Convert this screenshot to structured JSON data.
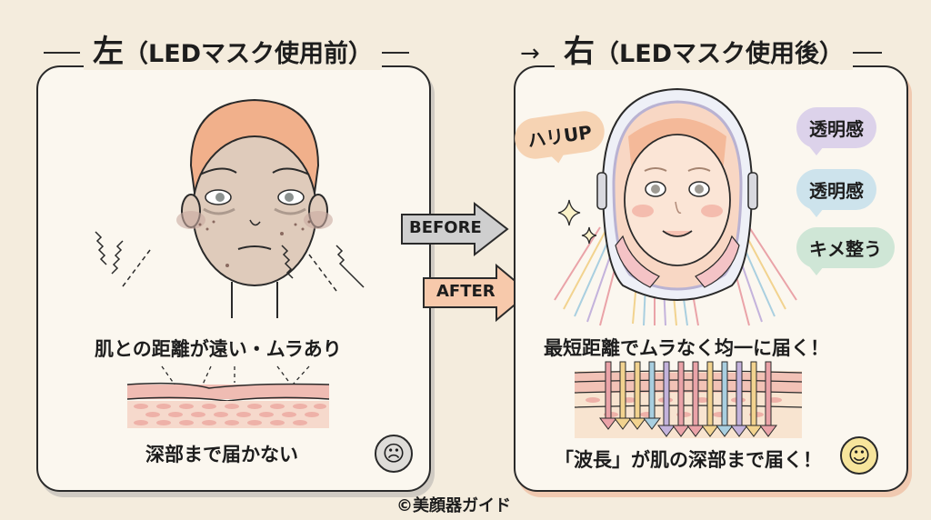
{
  "left_panel": {
    "title_main": "左",
    "title_sub": "（LEDマスク使用前）",
    "caption_top": "肌との距離が遠い・ムラあり",
    "caption_bottom": "深部まで届かない",
    "mood_icon": "sad-face-icon",
    "title_highlight_color": "#b8b4ae"
  },
  "right_panel": {
    "title_arrow": "→",
    "title_main": "右",
    "title_sub": "（LEDマスク使用後）",
    "bubbles": [
      {
        "label": "ハリUP",
        "color": "#f6d3b3"
      },
      {
        "label": "透明感",
        "color": "#dcd2ea"
      },
      {
        "label": "透明感",
        "color": "#cde3ec"
      },
      {
        "label": "キメ整う",
        "color": "#cfe6d6"
      }
    ],
    "caption_top": "最短距離でムラなく均一に届く！",
    "caption_bottom": "「波長」が肌の深部まで届く！",
    "mood_icon": "smile-face-icon",
    "title_highlight_color": "#f3c9aa"
  },
  "center_arrows": [
    {
      "label": "BEFORE",
      "color": "#cfcfcf"
    },
    {
      "label": "AFTER",
      "color": "#f7c9ab"
    }
  ],
  "credit": "©美顔器ガイド",
  "colors": {
    "background": "#f4ecdd",
    "panel": "#fbf7ef",
    "skin_layer": "#f0bfb8",
    "led_rays": [
      "#eaa3a8",
      "#f2d38f",
      "#a9cfe0",
      "#c4b3dc"
    ]
  }
}
